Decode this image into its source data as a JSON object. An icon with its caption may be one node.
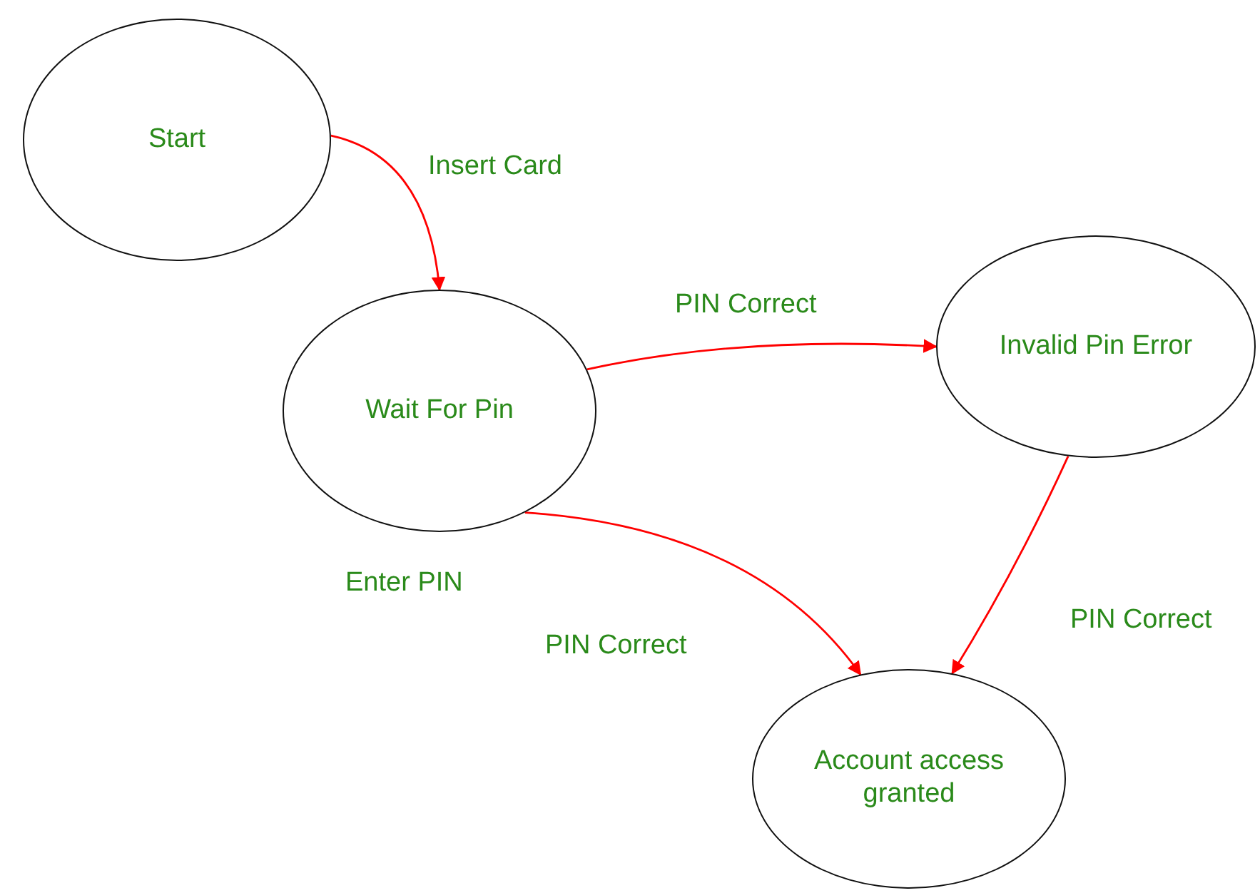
{
  "diagram": {
    "nodes": [
      {
        "text": [
          "Start"
        ]
      },
      {
        "text": [
          "Wait For Pin"
        ]
      },
      {
        "text": [
          "Invalid Pin Error"
        ]
      },
      {
        "text": [
          "Account access granted"
        ]
      }
    ],
    "edges": [
      {
        "from": 0,
        "to": 1,
        "arrow": "to",
        "label": "Insert Card"
      },
      {
        "from": 1,
        "to": 2,
        "arrow": "to",
        "label": "PIN Correct"
      },
      {
        "from": 1,
        "to": 3,
        "arrow": "to",
        "label": "PIN Correct"
      },
      {
        "from": 2,
        "to": 3,
        "arrow": "to",
        "label": "PIN Correct"
      }
    ],
    "labels": [
      "Enter PIN"
    ]
  }
}
